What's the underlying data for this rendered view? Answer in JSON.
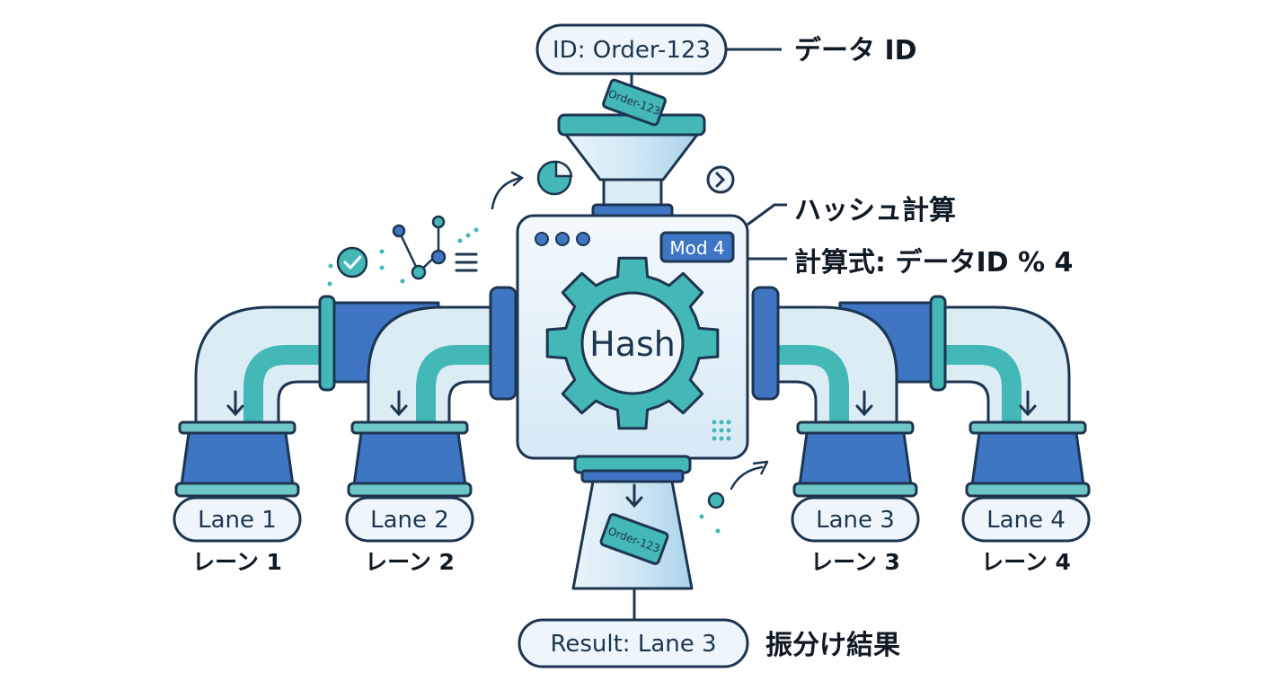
{
  "input": {
    "id_label": "ID: Order-123",
    "card_label": "Order-123"
  },
  "annotations": {
    "data_id": "データ ID",
    "hash_calc": "ハッシュ計算",
    "formula": "計算式: データID % 4",
    "distribution_result": "振分け結果"
  },
  "machine": {
    "hash_label": "Hash",
    "mod_badge": "Mod 4",
    "output_card_label": "Order-123"
  },
  "lanes": [
    {
      "label": "Lane 1",
      "jp_label": "レーン 1"
    },
    {
      "label": "Lane 2",
      "jp_label": "レーン 2"
    },
    {
      "label": "Lane 3",
      "jp_label": "レーン 3"
    },
    {
      "label": "Lane 4",
      "jp_label": "レーン 4"
    }
  ],
  "result": {
    "label": "Result: Lane 3"
  },
  "icons": [
    "pie-chart-icon",
    "chevron-right-icon",
    "checkmark-icon",
    "network-icon",
    "list-icon"
  ],
  "colors": {
    "outline": "#1d3550",
    "blue": "#3e76c3",
    "teal": "#43b8b6",
    "light": "#dcecf5",
    "pale": "#eef6fb"
  }
}
